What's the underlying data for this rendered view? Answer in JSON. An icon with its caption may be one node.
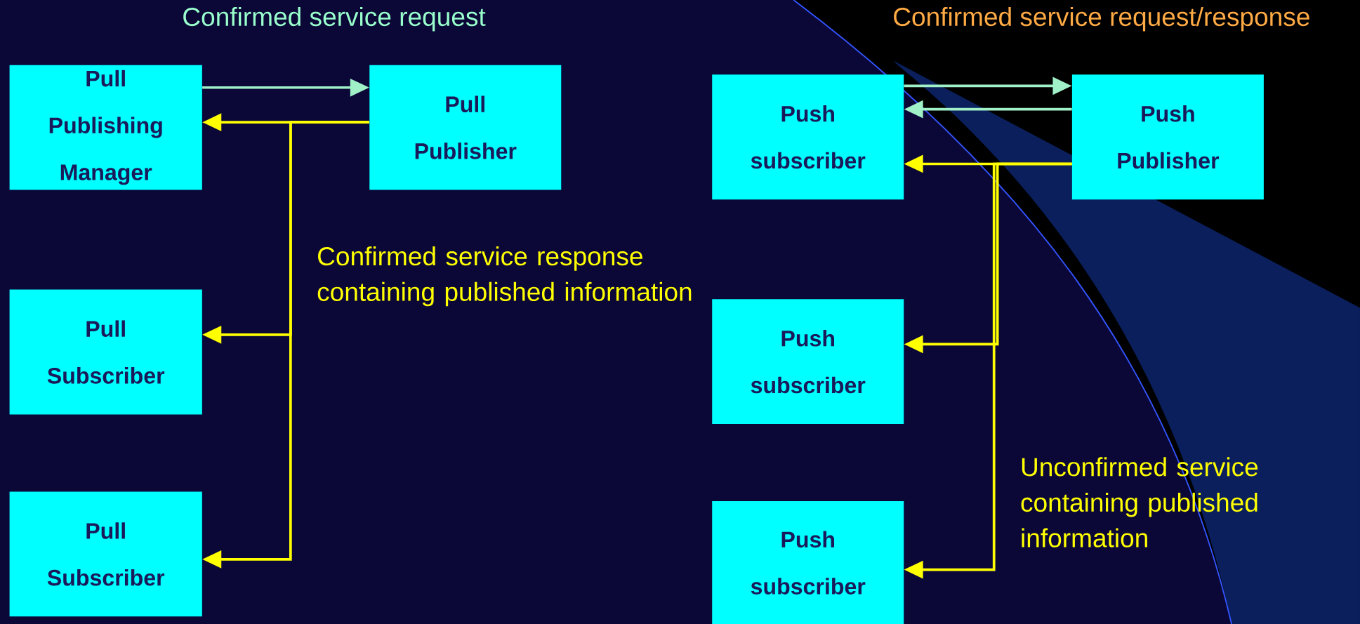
{
  "diagram": {
    "nodes": [
      {
        "text": [
          "Pull Publishing Manager"
        ]
      },
      {
        "text": [
          "Pull Publisher"
        ]
      },
      {
        "text": [
          "Pull Subscriber"
        ]
      },
      {
        "text": [
          "Pull Subscriber"
        ]
      },
      {
        "text": [
          "Push subscriber"
        ]
      },
      {
        "text": [
          "Push Publisher"
        ]
      },
      {
        "text": [
          "Push subscriber"
        ]
      },
      {
        "text": [
          "Push subscriber"
        ]
      }
    ],
    "edges": [
      {
        "from": 0,
        "to": 1,
        "arrow": "to",
        "color": "#a0f0c8"
      },
      {
        "from": 1,
        "to": 0,
        "arrow": "to"
      },
      {
        "from": 1,
        "to": 2,
        "arrow": "to"
      },
      {
        "from": 1,
        "to": 3,
        "arrow": "to"
      },
      {
        "from": 4,
        "to": 5,
        "arrow": "to",
        "color": "#a0f0c8"
      },
      {
        "from": 5,
        "to": 4,
        "arrow": "to",
        "color": "#a0f0c8"
      },
      {
        "from": 5,
        "to": 4,
        "arrow": "to"
      },
      {
        "from": 5,
        "to": 6,
        "arrow": "to"
      },
      {
        "from": 5,
        "to": 7,
        "arrow": "to"
      }
    ],
    "labels": [
      "Confirmed service request",
      "Confirmed service request/response",
      "Confirmed service response containing published information",
      "Unconfirmed service containing published information"
    ]
  }
}
